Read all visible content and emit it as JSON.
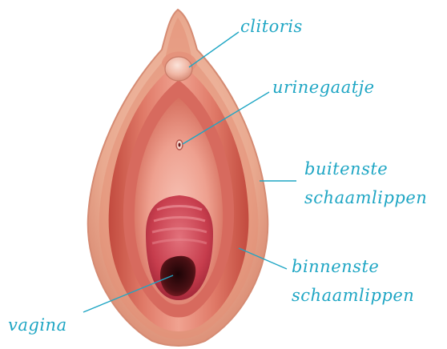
{
  "colors": {
    "label": "#1fa6c4",
    "leader_line": "#1fa6c4",
    "outer_skin": "#e7a58a",
    "labia_dark": "#b8453a",
    "inner_pink": "#e9857d",
    "vestibule": "#f2b3a6",
    "vaginal_canal": "#c94452",
    "opening": "#3a0d10"
  },
  "labels": {
    "clitoris": "clitoris",
    "urethral_opening": "urinegaatje",
    "outer_labia_line1": "buitenste",
    "outer_labia_line2": "schaamlippen",
    "inner_labia_line1": "binnenste",
    "inner_labia_line2": "schaamlippen",
    "vagina": "vagina"
  }
}
